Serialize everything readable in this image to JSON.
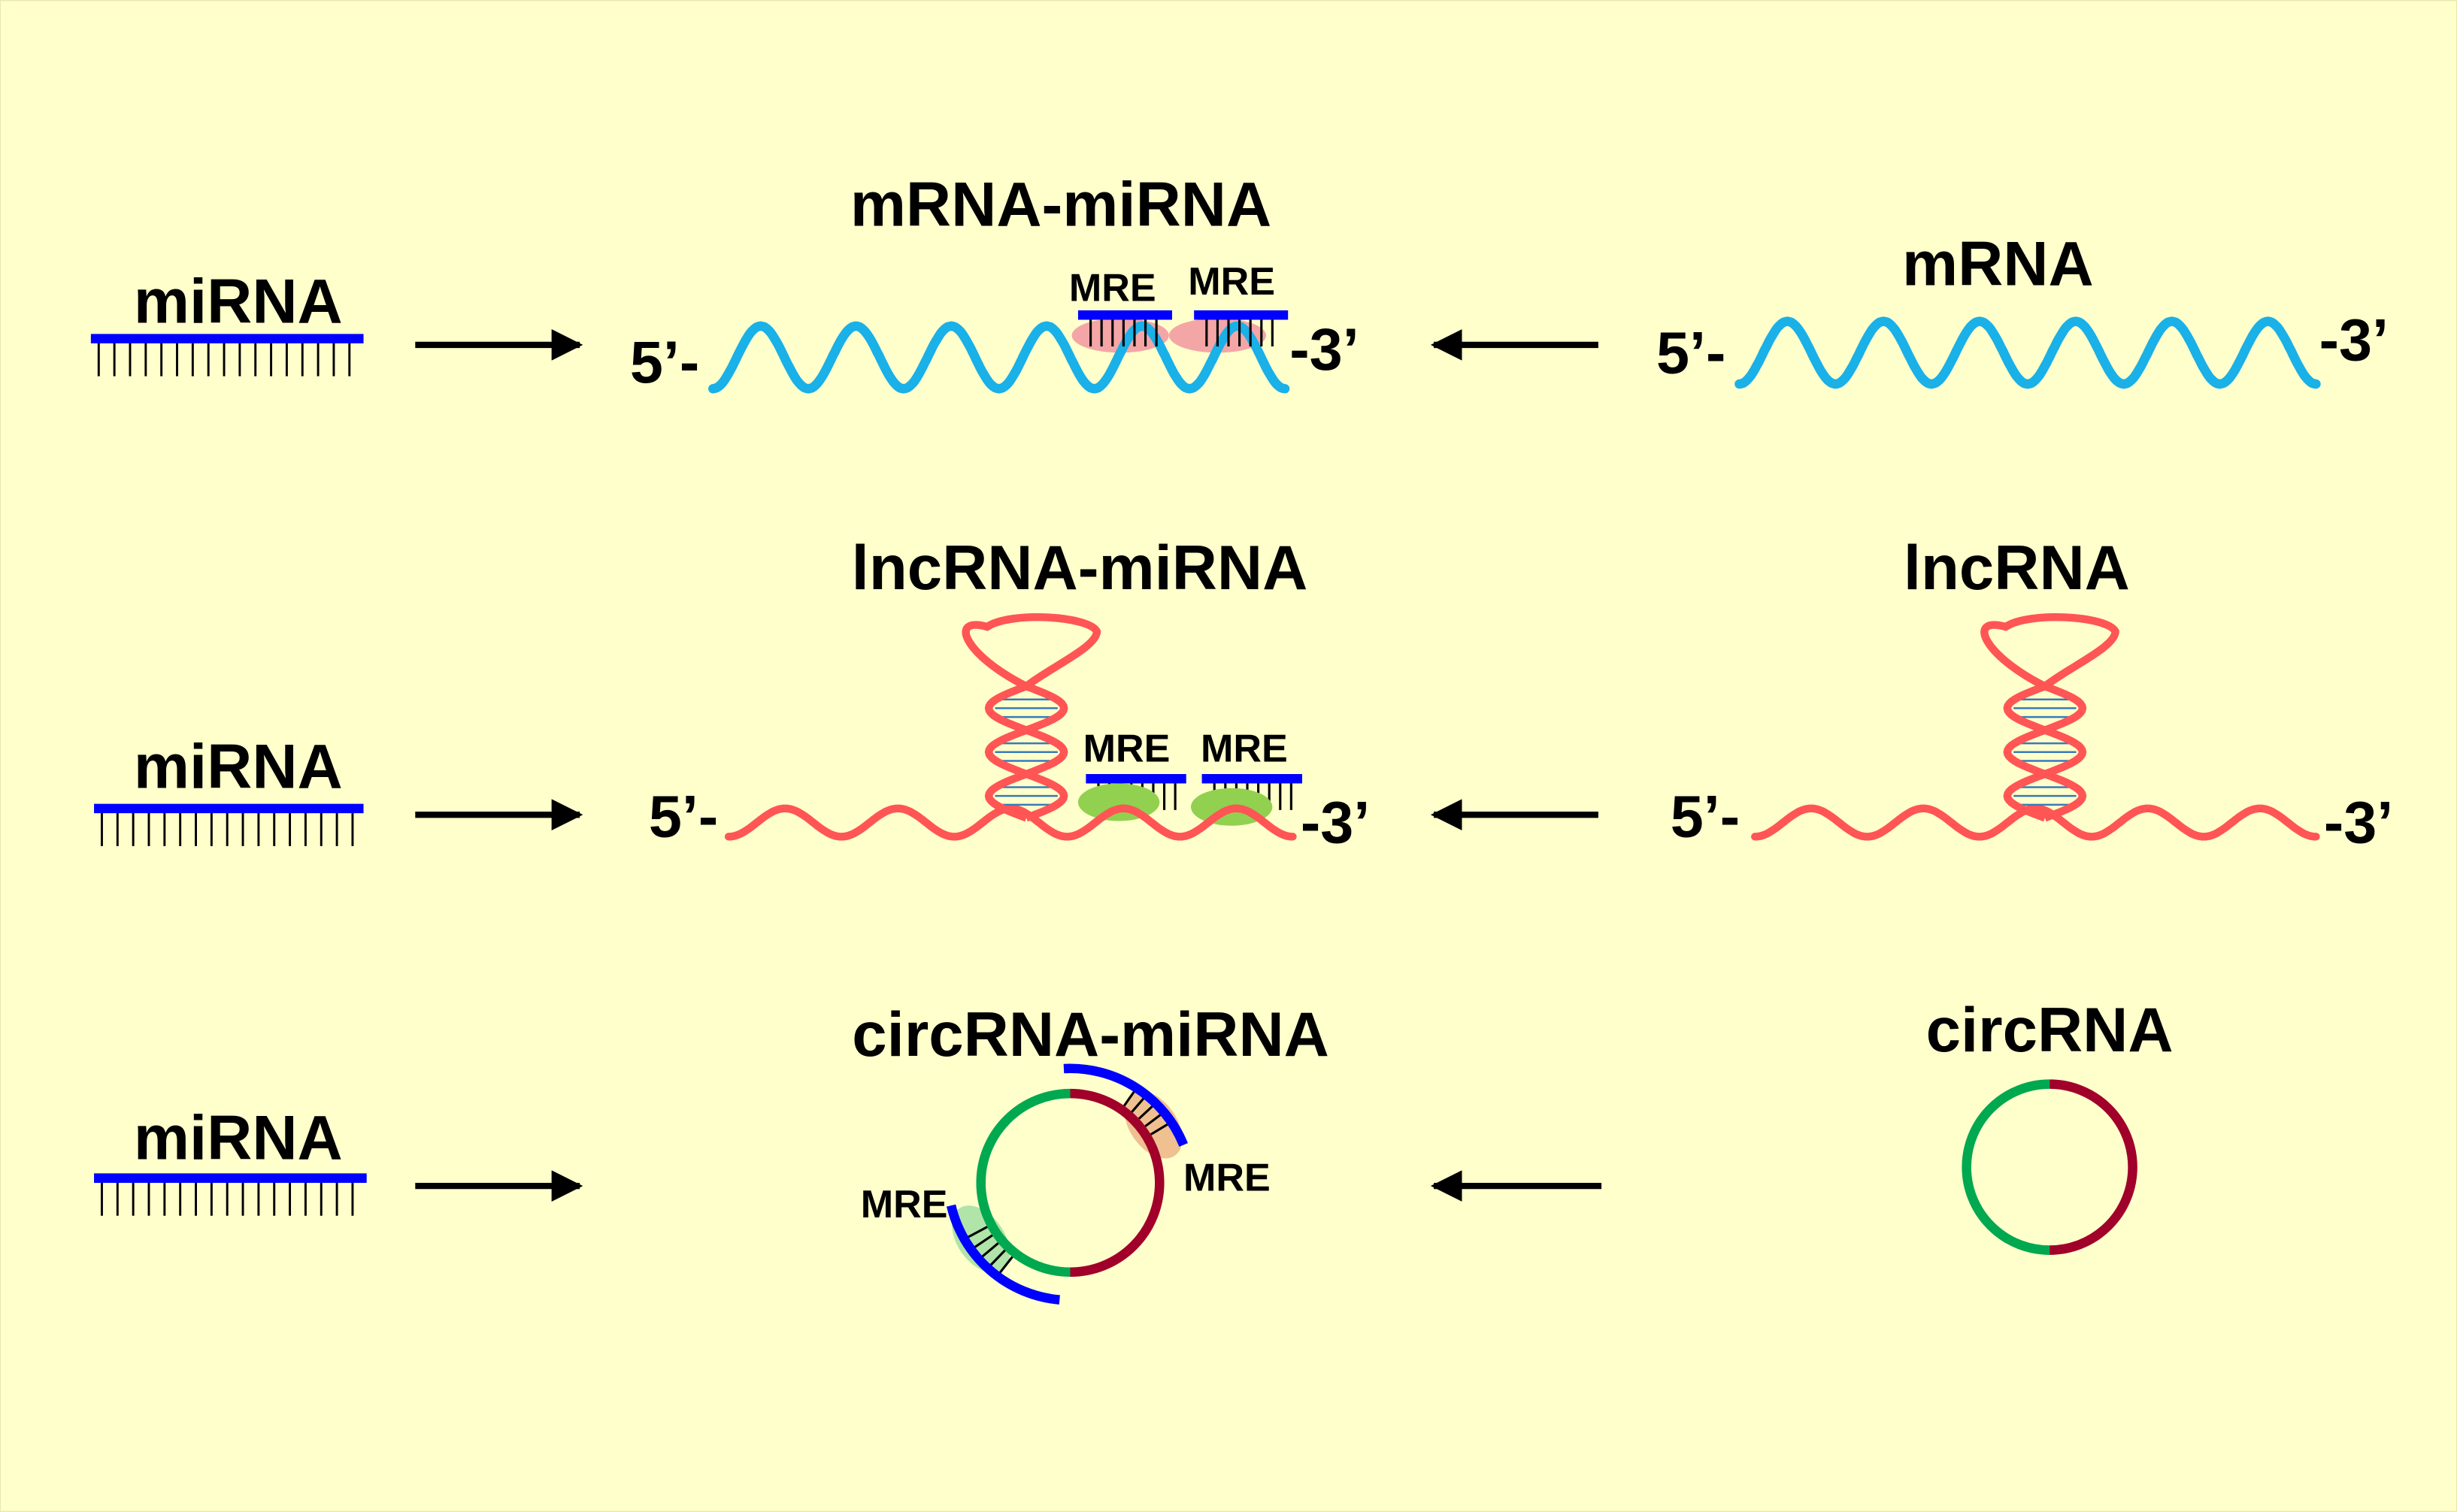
{
  "colors": {
    "background": "#ffffcc",
    "mirna": "#0000ff",
    "mrna": "#1ab0e8",
    "lncrna": "#ff5555",
    "circ_green": "#00a84f",
    "circ_red": "#a0002a",
    "mre_pink": "#f4a6a6",
    "mre_green": "#92d050",
    "mre_orange": "#f0c090",
    "mre_lightgreen": "#b0e4a8"
  },
  "rows": [
    {
      "mirna_label": "miRNA",
      "complex_title": "mRNA-miRNA",
      "rna_title": "mRNA",
      "five": "5’-",
      "three": "-3’",
      "mre": [
        "MRE",
        "MRE"
      ]
    },
    {
      "mirna_label": "miRNA",
      "complex_title": "lncRNA-miRNA",
      "rna_title": "lncRNA",
      "five": "5’-",
      "three": "-3’",
      "mre": [
        "MRE",
        "MRE"
      ]
    },
    {
      "mirna_label": "miRNA",
      "complex_title": "circRNA-miRNA",
      "rna_title": "circRNA",
      "mre": [
        "MRE",
        "MRE"
      ]
    }
  ]
}
